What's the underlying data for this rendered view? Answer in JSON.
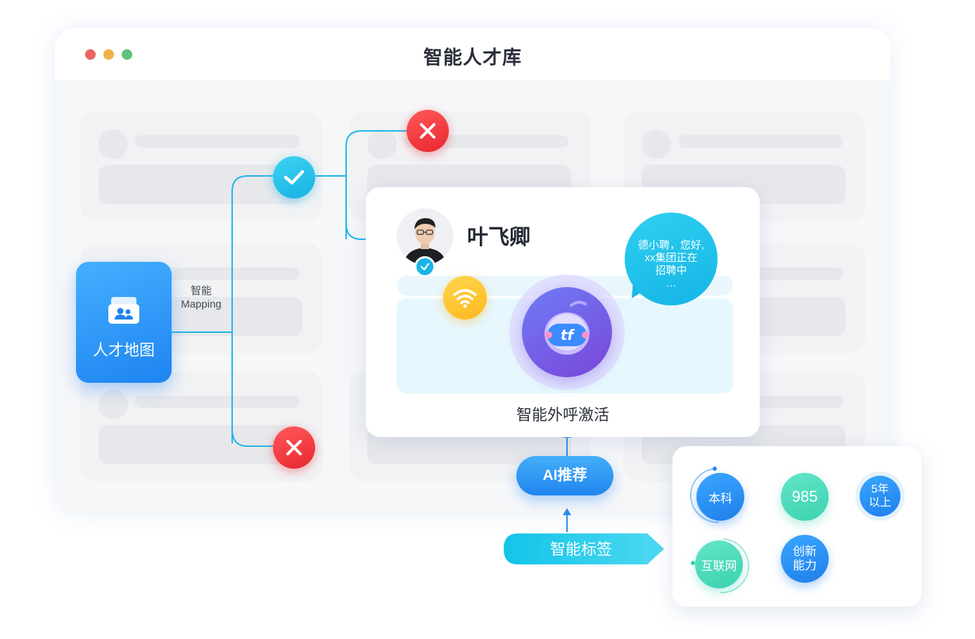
{
  "window": {
    "title": "智能人才库",
    "traffic_lights": [
      "#ee6464",
      "#f0b24a",
      "#5fc37a"
    ]
  },
  "talent_map": {
    "label": "人才地图",
    "icon": "people-folder-icon"
  },
  "mapping_label": {
    "line1": "智能",
    "line2": "Mapping"
  },
  "profile": {
    "name": "叶飞卿",
    "caption": "智能外呼激活",
    "wifi_icon": "wifi-icon",
    "bot_icon": "tf-robot-icon"
  },
  "bubble": {
    "lines": [
      "德小聘，您好,",
      "xx集团正在",
      "招聘中",
      "…"
    ]
  },
  "ai_button": "AI推荐",
  "smart_tags_label": "智能标签",
  "tags": {
    "t1": "本科",
    "t2": "985",
    "t3_line1": "5年",
    "t3_line2": "以上",
    "t4": "互联网",
    "t5_line1": "创新",
    "t5_line2": "能力"
  },
  "colors": {
    "check": "#16b2e3",
    "cross": "#e8262e",
    "primary_blue": "#1e84f1",
    "teal": "#4fdcc0"
  }
}
